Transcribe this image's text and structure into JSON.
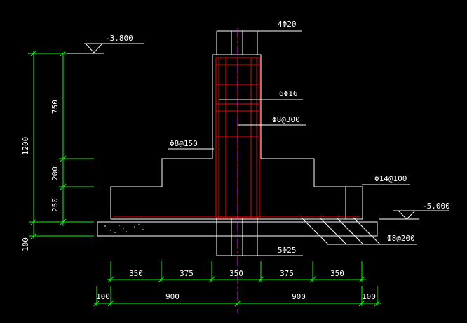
{
  "colors": {
    "background": "#000000",
    "outline": "#ffffff",
    "dimension": "#00ff00",
    "rebar": "#ff0000",
    "centerline": "#ff00ff"
  },
  "elevations": {
    "top": "-3.800",
    "bottom": "-5.000"
  },
  "rebar_labels": {
    "column_top": "4Φ20",
    "column_mid": "6Φ16",
    "stirrup_upper": "Φ8@300",
    "stirrup_lower": "Φ8@150",
    "side_bars": "Φ14@100",
    "base_mesh": "Φ8@200",
    "bottom_bars": "5Φ25"
  },
  "vertical_dims": {
    "total": "1200",
    "upper": "750",
    "middle": "200",
    "lower": "250",
    "pad": "100"
  },
  "horizontal_dims": {
    "step_left": "350",
    "step_left_inner": "375",
    "column": "350",
    "step_right_inner": "375",
    "step_right": "350",
    "edge_left": "100",
    "half_left": "900",
    "half_right": "900",
    "edge_right": "100"
  }
}
